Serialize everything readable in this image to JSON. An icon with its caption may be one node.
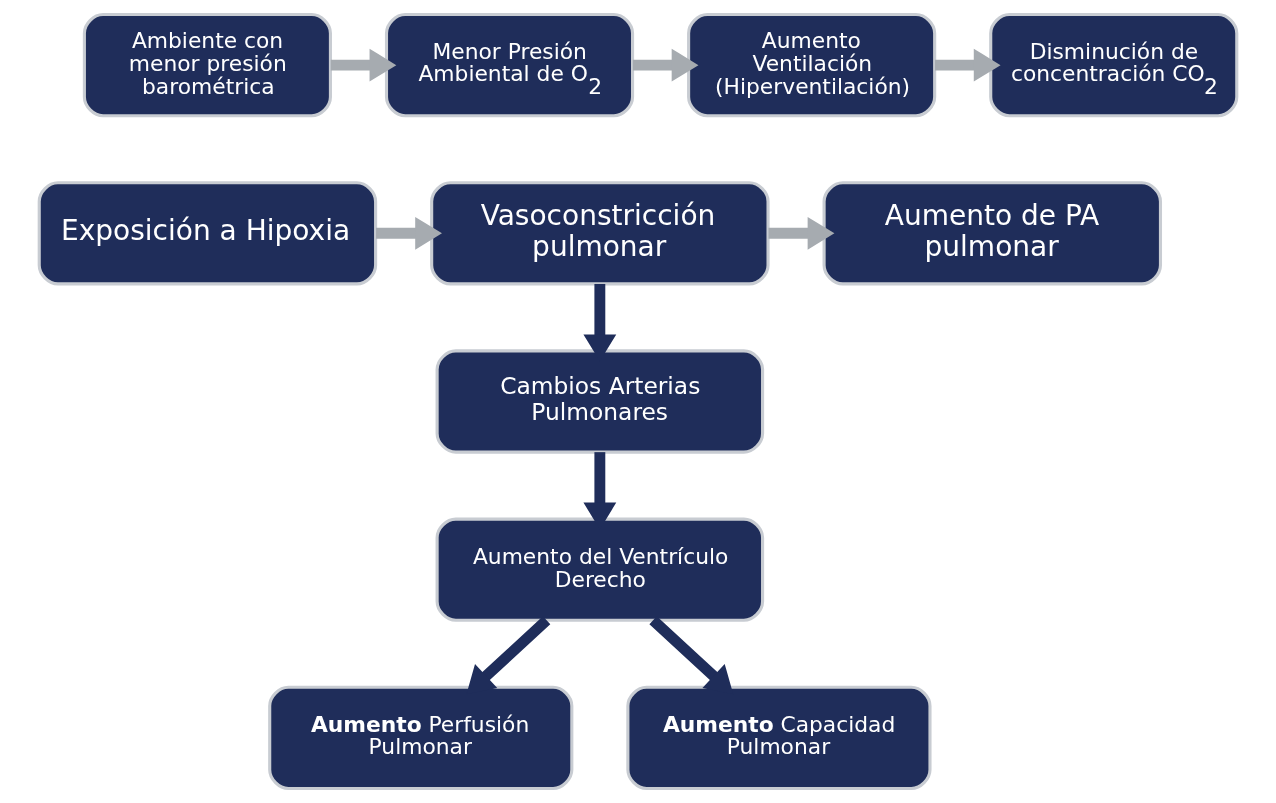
{
  "diagram": {
    "nodes": [
      {
        "text": [
          "Ambiente con menor presión barométrica"
        ]
      },
      {
        "text": [
          "Menor Presión Ambiental de O$_{2}$"
        ]
      },
      {
        "text": [
          "Aumento Ventilación (Hiperventilación)"
        ]
      },
      {
        "text": [
          "Disminución de concentración CO$_{2}$"
        ]
      },
      {
        "text": [
          "Exposición a Hipoxia"
        ]
      },
      {
        "text": [
          "Vasoconstricción pulmonar"
        ]
      },
      {
        "text": [
          "Aumento de PA pulmonar"
        ]
      },
      {
        "text": [
          "Cambios Arterias Pulmonares"
        ]
      },
      {
        "text": [
          "Aumento del Ventrículo Derecho"
        ]
      },
      {
        "text": [
          "**Aumento** Perfusión Pulmonar"
        ]
      },
      {
        "text": [
          "**Aumento** Capacidad Pulmonar"
        ]
      }
    ],
    "edges": [
      {
        "from": 0,
        "to": 1,
        "arrow": "to"
      },
      {
        "from": 1,
        "to": 2,
        "arrow": "to"
      },
      {
        "from": 2,
        "to": 3,
        "arrow": "to"
      },
      {
        "from": 4,
        "to": 5,
        "arrow": "to"
      },
      {
        "from": 5,
        "to": 6,
        "arrow": "to"
      },
      {
        "from": 5,
        "to": 7,
        "arrow": "to",
        "color": "#1f2d5a"
      },
      {
        "from": 7,
        "to": 8,
        "arrow": "to",
        "color": "#1f2d5a"
      },
      {
        "from": 8,
        "to": 9,
        "arrow": "to",
        "color": "#1f2d5a"
      },
      {
        "from": 8,
        "to": 10,
        "arrow": "to",
        "color": "#1f2d5a"
      }
    ]
  }
}
